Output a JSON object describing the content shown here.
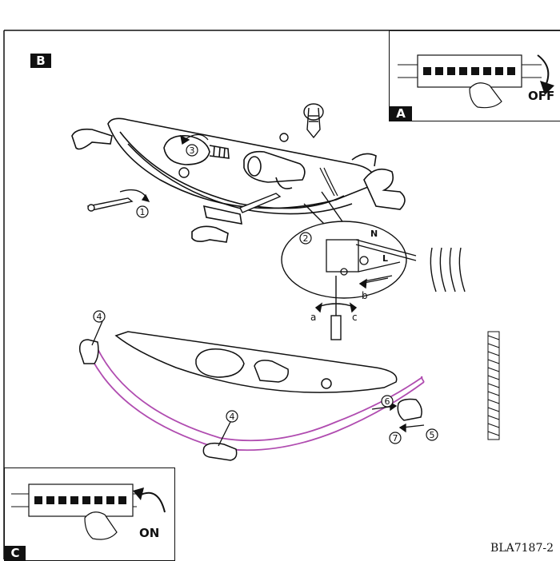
{
  "labels": {
    "panel_b": "B",
    "panel_a": "A",
    "panel_c": "C",
    "off": "OFF",
    "on": "ON",
    "doc_code": "BLA7187-2"
  },
  "steps": [
    "1",
    "2",
    "3",
    "4",
    "4",
    "5",
    "6",
    "7"
  ],
  "wire_labels": {
    "neutral": "N",
    "live": "L"
  },
  "arrow_letters": [
    "a",
    "b",
    "c"
  ],
  "colors": {
    "ink": "#111111",
    "glass_outline": "#b04cb0",
    "background": "#ffffff"
  }
}
